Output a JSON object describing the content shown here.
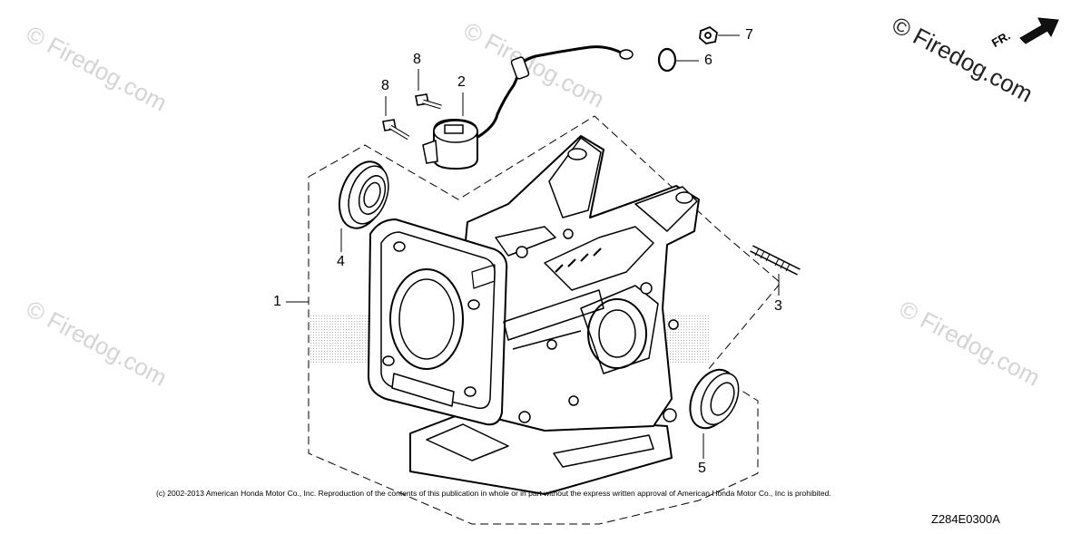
{
  "watermark": {
    "text": "© Firedog.com"
  },
  "callouts": [
    "1",
    "2",
    "3",
    "4",
    "5",
    "6",
    "7",
    "8",
    "8"
  ],
  "direction_label": "FR.",
  "copyright": "(c) 2002-2013 American Honda Motor Co., Inc. Reproduction of the contents of this publication in whole or in part without the express written approval of American Honda Motor Co., Inc is prohibited.",
  "diagram_code": "Z284E0300A"
}
